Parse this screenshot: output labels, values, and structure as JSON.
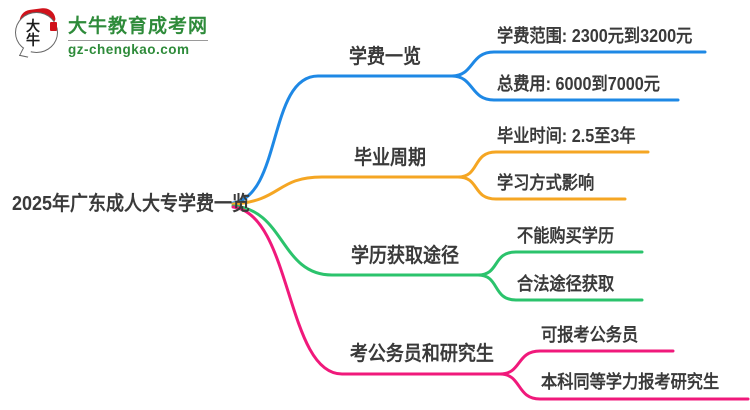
{
  "logo": {
    "mark": "大牛",
    "name": "大牛教育成考网",
    "domain": "gz-chengkao.com"
  },
  "palette": {
    "text": "#3A3A3A",
    "logo_green": "#2E8B3A",
    "logo_red": "#D0121B"
  },
  "root": "2025年广东成人大专学费一览",
  "branches": [
    {
      "label": "学费一览",
      "color": "#1E88E5",
      "children": [
        "学费范围: 2300元到3200元",
        "总费用: 6000到7000元"
      ]
    },
    {
      "label": "毕业周期",
      "color": "#F5A623",
      "children": [
        "毕业时间: 2.5至3年",
        "学习方式影响"
      ]
    },
    {
      "label": "学历获取途径",
      "color": "#2BC36C",
      "children": [
        "不能购买学历",
        "合法途径获取"
      ]
    },
    {
      "label": "考公务员和研究生",
      "color": "#F0197B",
      "children": [
        "可报考公务员",
        "本科同等学力报考研究生"
      ]
    }
  ]
}
